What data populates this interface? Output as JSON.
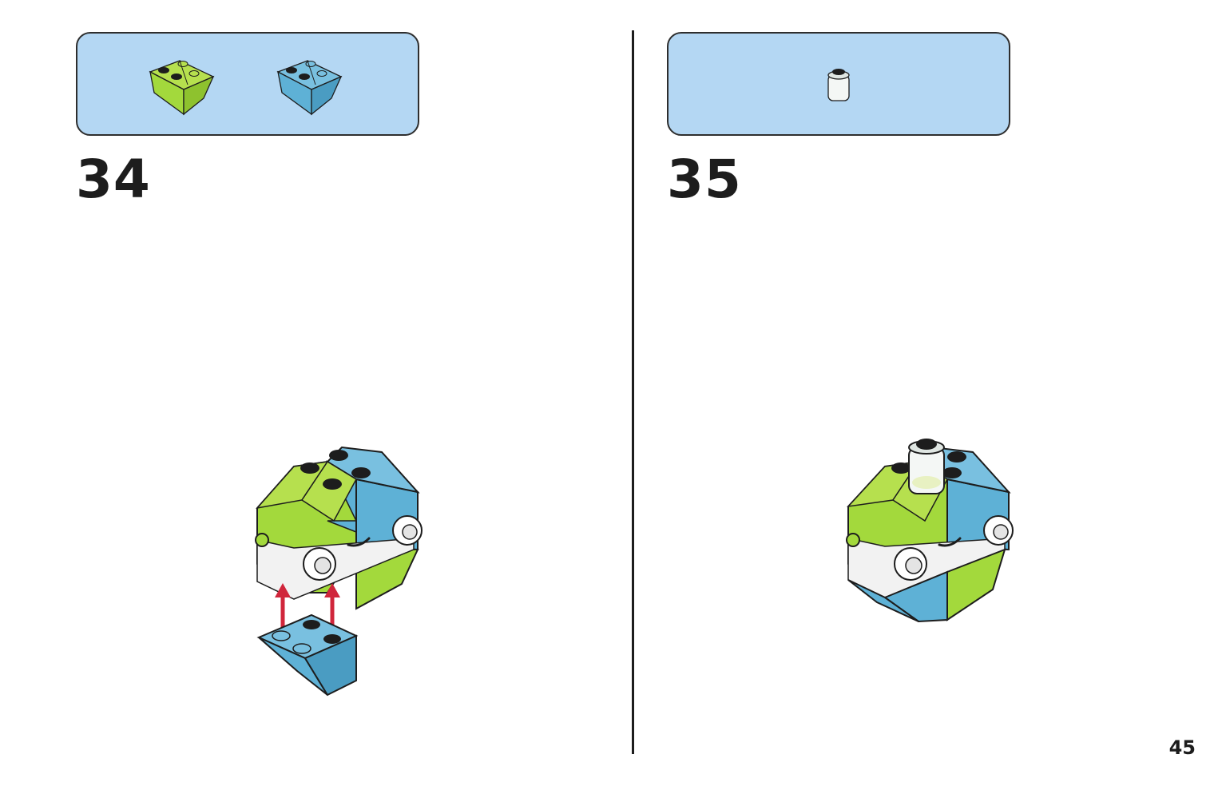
{
  "steps": [
    {
      "number": "34"
    },
    {
      "number": "35"
    }
  ],
  "page": {
    "number": "45"
  },
  "colors": {
    "panel_bg": "#b4d7f3",
    "lime": "#a3d93c",
    "azure": "#5eb1d6",
    "white_brick": "#f2f2f2",
    "arrow": "#d0263b",
    "outline": "#1d1d1d"
  },
  "icons": {
    "part_1": "lime-inverted-slope-brick-icon",
    "part_2": "azure-inverted-slope-brick-icon",
    "part_3": "trans-clear-round-plate-icon"
  }
}
